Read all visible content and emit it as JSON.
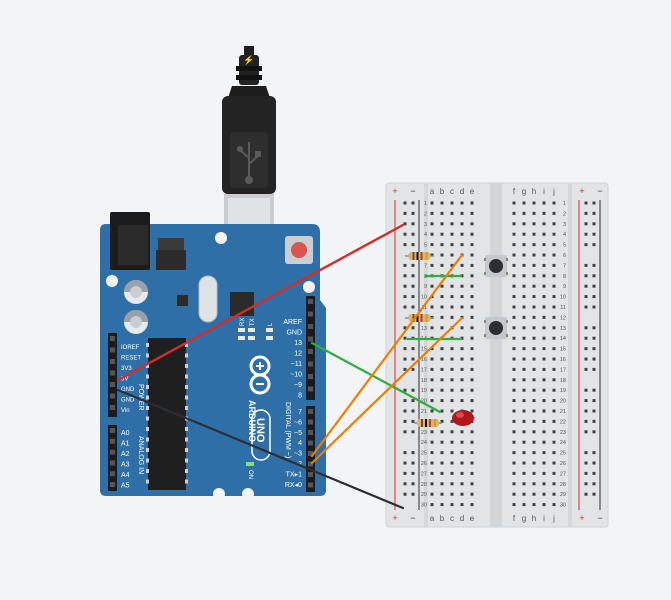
{
  "arduino": {
    "brand": "ARDUINO",
    "model": "UNO",
    "on_label": "ON",
    "l_label": "L",
    "tx_label": "TX",
    "rx_label": "RX",
    "power_label": "POWER",
    "analog_in_label": "ANALOG IN",
    "digital_label": "DIGITAL (PWM ~)",
    "power_pins": [
      "IOREF",
      "RESET",
      "3V3",
      "5V",
      "GND",
      "GND",
      "Vin"
    ],
    "analog_pins": [
      "A0",
      "A1",
      "A2",
      "A3",
      "A4",
      "A5"
    ],
    "digital_top": [
      "AREF",
      "GND",
      "13",
      "12",
      "~11",
      "~10",
      "~9",
      "8"
    ],
    "digital_bottom": [
      "7",
      "~6",
      "~5",
      "4",
      "~3",
      "2",
      "TX▸1",
      "RX◂0"
    ],
    "board_color": "#2f6fa8"
  },
  "usb": {
    "lightning_icon": "⚡"
  },
  "breadboard": {
    "col_left": [
      "a",
      "b",
      "c",
      "d",
      "e"
    ],
    "col_right": [
      "f",
      "g",
      "h",
      "i",
      "j"
    ],
    "rows": [
      "1",
      "2",
      "3",
      "4",
      "5",
      "6",
      "7",
      "8",
      "9",
      "10",
      "11",
      "12",
      "13",
      "14",
      "15",
      "16",
      "17",
      "18",
      "19",
      "20",
      "21",
      "22",
      "23",
      "24",
      "25",
      "26",
      "27",
      "28",
      "29",
      "30"
    ],
    "plus": "+",
    "minus": "−"
  },
  "wire_colors": {
    "red": "#d42b2b",
    "black": "#2b2f33",
    "green": "#2fae3d",
    "orange": "#ee7d00"
  }
}
